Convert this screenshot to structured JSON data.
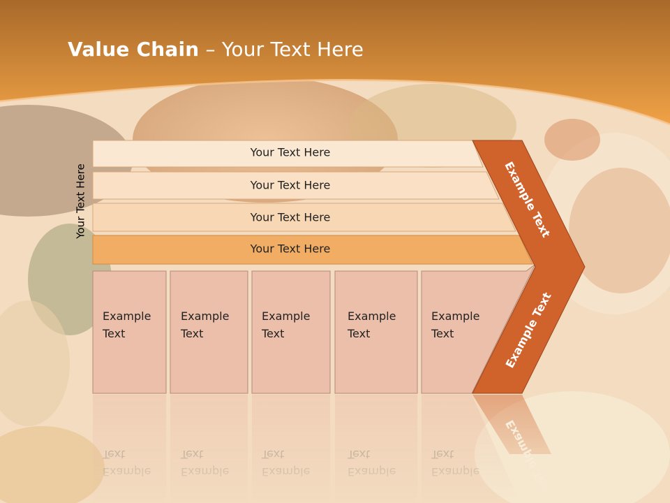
{
  "slide": {
    "title_bold": "Value Chain",
    "title_rest": " – Your Text Here"
  },
  "diagram": {
    "side_label": "Your Text Here",
    "rows": [
      {
        "label": "Your Text Here"
      },
      {
        "label": "Your Text Here"
      },
      {
        "label": "Your Text Here"
      },
      {
        "label": "Your Text Here"
      }
    ],
    "columns": [
      {
        "label": "Example Text"
      },
      {
        "label": "Example Text"
      },
      {
        "label": "Example Text"
      },
      {
        "label": "Example Text"
      },
      {
        "label": "Example Text"
      }
    ],
    "chevron_top": "Example Text",
    "chevron_bottom": "Example Text"
  },
  "colors": {
    "header_orange": "#e98f2e",
    "chevron": "#d0622c",
    "row_light": "#fbe8d3",
    "row_mid": "#f8d8b4",
    "row_dark": "#f1ad63",
    "column_fill": "#ecbfaa"
  }
}
